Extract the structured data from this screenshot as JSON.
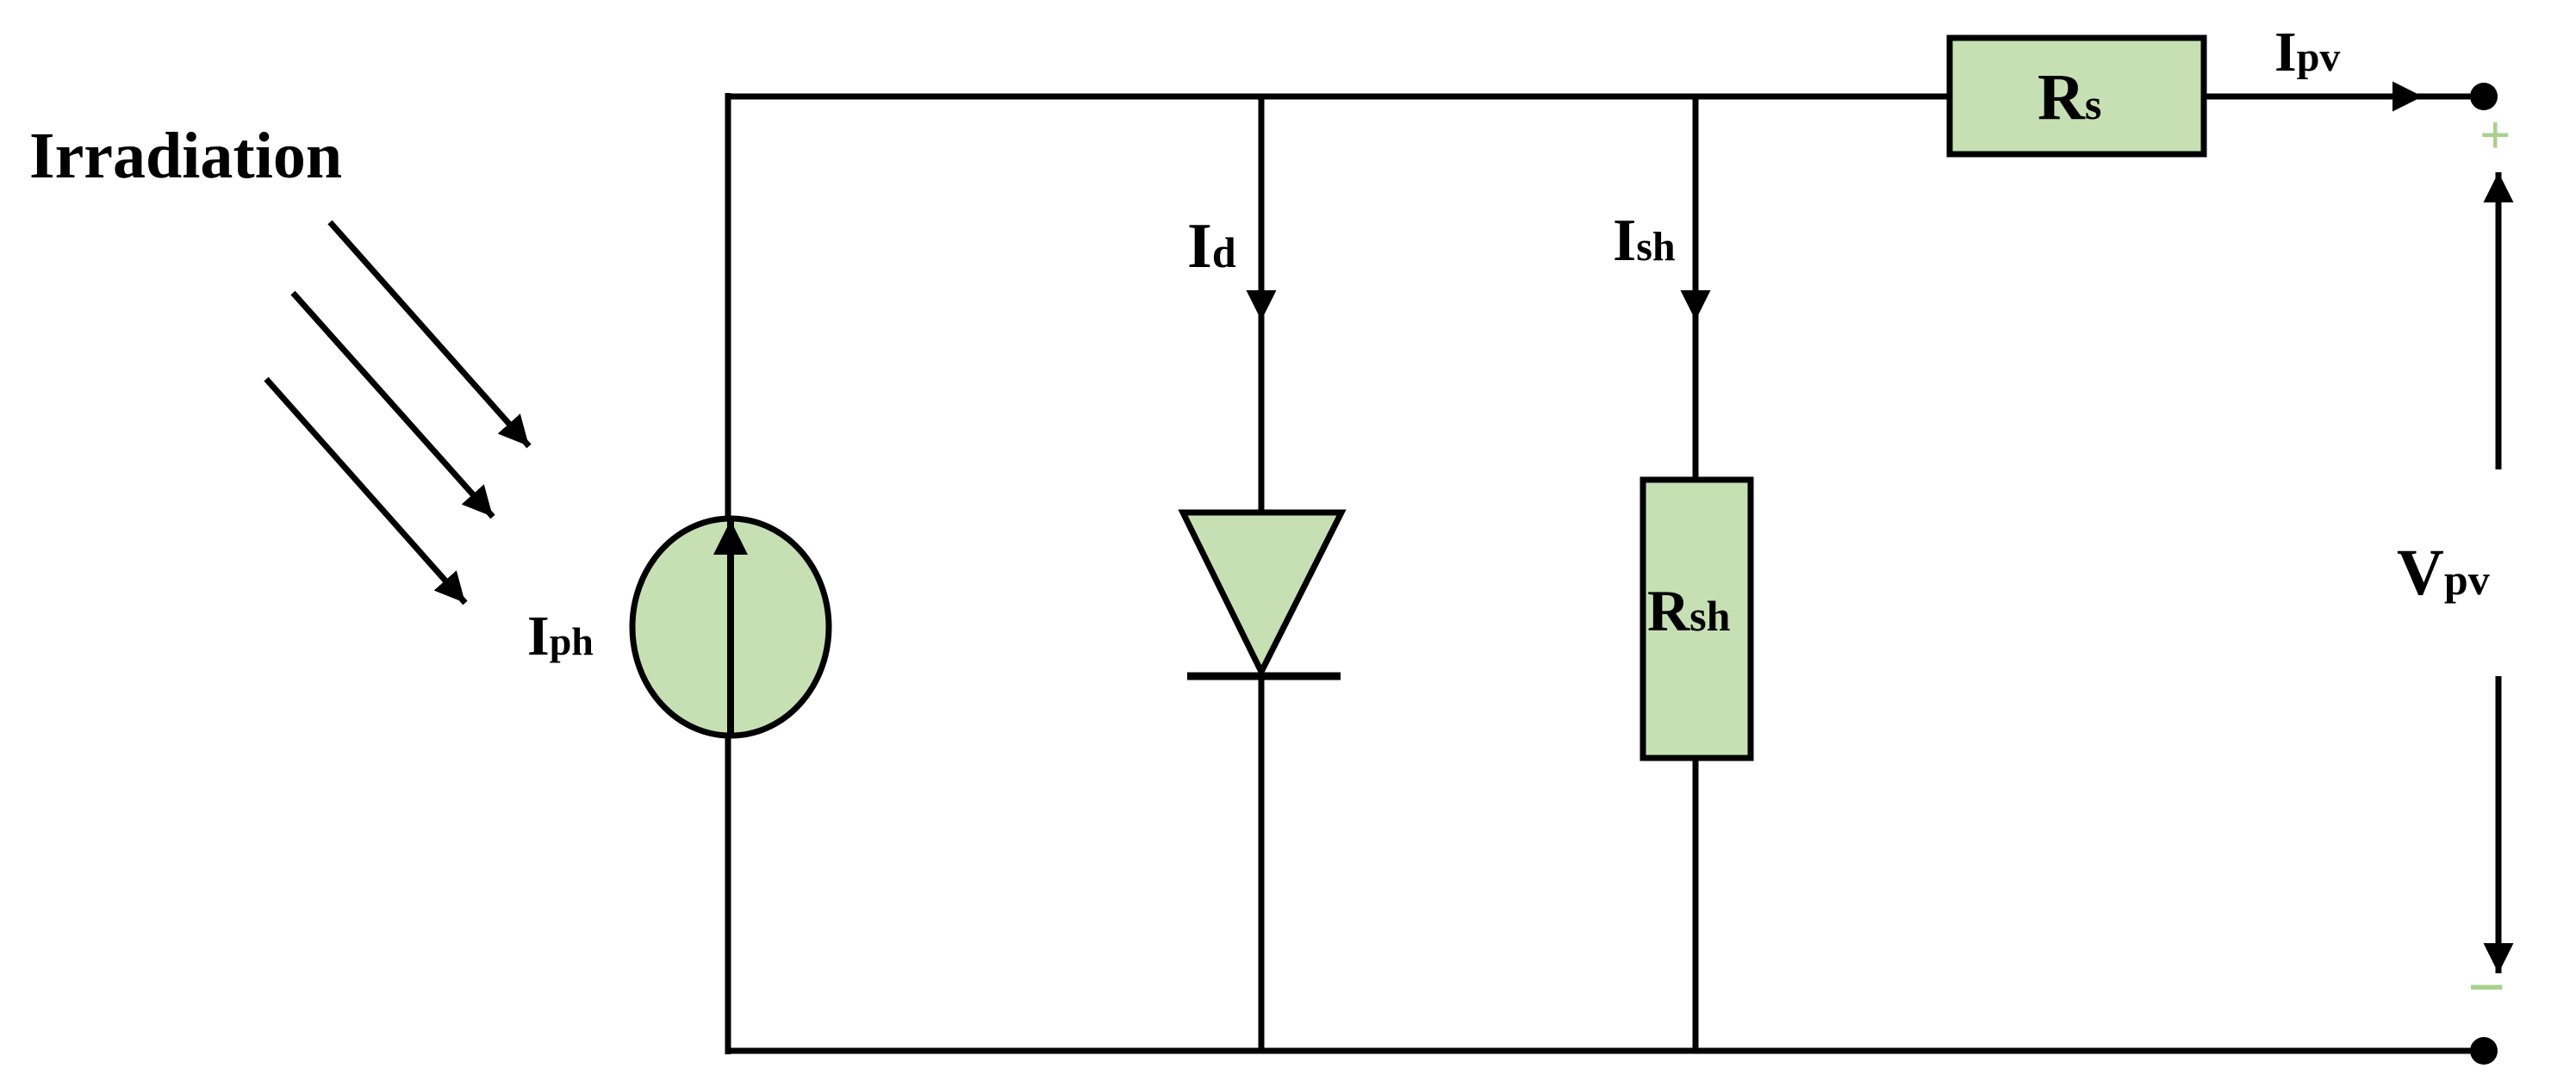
{
  "labels": {
    "irradiation": "Irradiation",
    "iph": {
      "main": "I",
      "sub": "ph"
    },
    "id": {
      "main": "I",
      "sub": "d"
    },
    "ish": {
      "main": "I",
      "sub": "sh"
    },
    "rsh": {
      "main": "R",
      "sub": "sh"
    },
    "rs": {
      "main": "R",
      "sub": "s"
    },
    "ipv": {
      "main": "I",
      "sub": "pv"
    },
    "vpv": {
      "main": "V",
      "sub": "pv"
    },
    "plus": "+",
    "minus": "−"
  },
  "colors": {
    "component_fill": "#c6e0b4",
    "wire": "#000000",
    "polarity": "#a9d18e"
  }
}
